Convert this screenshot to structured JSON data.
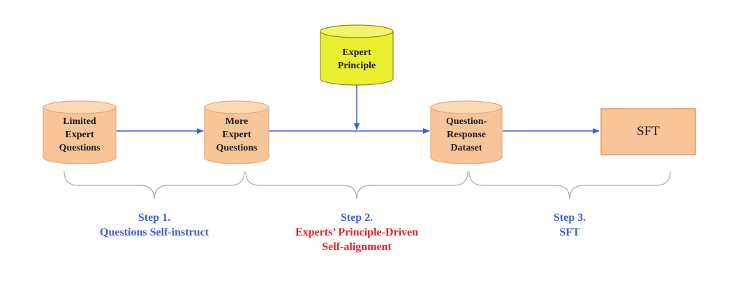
{
  "colors": {
    "db_fill": "#f8c598",
    "db_top": "#fbd8b6",
    "db_stroke": "#e9a878",
    "principle_fill": "#eaf030",
    "principle_top": "#f2f56a",
    "principle_stroke": "#8b8c1a",
    "sft_fill": "#f8c598",
    "sft_stroke": "#e69a5e",
    "arrow": "#3b5fe0",
    "brace": "#aaaaaa",
    "step_blue": "#3a5fd8",
    "step_red": "#e32222"
  },
  "nodes": {
    "limited": {
      "lines": [
        "Limited",
        "Expert",
        "Questions"
      ]
    },
    "more": {
      "lines": [
        "More",
        "Expert",
        "Questions"
      ]
    },
    "principle": {
      "lines": [
        "Expert",
        "Principle"
      ]
    },
    "dataset": {
      "lines": [
        "Question-",
        "Response",
        "Dataset"
      ]
    },
    "sft_box": {
      "label": "SFT"
    }
  },
  "steps": [
    {
      "title": "Step 1.",
      "subtitle": [
        "Questions Self-instruct"
      ]
    },
    {
      "title": "Step 2.",
      "subtitle": [
        "Experts’ Principle-Driven",
        "Self-alignment"
      ]
    },
    {
      "title": "Step 3.",
      "subtitle": [
        "SFT"
      ]
    }
  ]
}
